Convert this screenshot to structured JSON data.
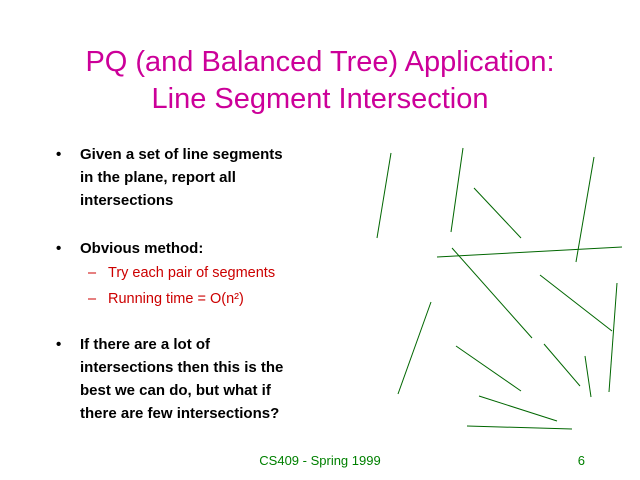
{
  "slide": {
    "title": "PQ (and Balanced Tree) Application:\nLine Segment Intersection",
    "title_color": "#cc0099",
    "bullets": [
      {
        "marker": "•",
        "text": "Given a set of line segments\nin the plane, report all\nintersections"
      },
      {
        "marker": "•",
        "text": "Obvious method:"
      },
      {
        "marker": "•",
        "text": "If there are a lot of\nintersections then this is the\nbest we can do, but what if\nthere are few intersections?"
      }
    ],
    "sub_bullets": [
      {
        "marker": "–",
        "text": "Try each pair of segments"
      },
      {
        "marker": "–",
        "text": "Running time = O(n²)"
      }
    ],
    "sub_bullet_color": "#cc0000",
    "footer": {
      "text": "CS409 - Spring 1999",
      "page": "6",
      "color": "#008000"
    },
    "figure": {
      "description": "random line segments illustration",
      "color": "#006600",
      "segments": [
        [
          391,
          153,
          377,
          238
        ],
        [
          463,
          148,
          451,
          232
        ],
        [
          474,
          188,
          521,
          238
        ],
        [
          437,
          257,
          622,
          247
        ],
        [
          594,
          157,
          576,
          262
        ],
        [
          452,
          248,
          532,
          338
        ],
        [
          540,
          275,
          612,
          331
        ],
        [
          617,
          283,
          609,
          392
        ],
        [
          431,
          302,
          398,
          394
        ],
        [
          456,
          346,
          521,
          391
        ],
        [
          544,
          344,
          580,
          386
        ],
        [
          585,
          356,
          591,
          397
        ],
        [
          479,
          396,
          557,
          421
        ],
        [
          467,
          426,
          572,
          429
        ]
      ]
    }
  }
}
